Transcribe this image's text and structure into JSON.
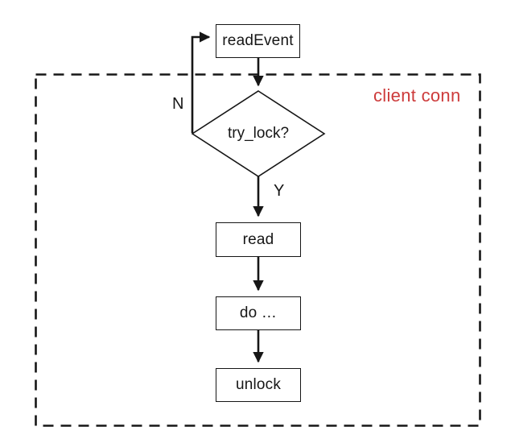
{
  "diagram": {
    "region_label": "client conn",
    "region_label_color": "#cd3b3b",
    "line_color": "#161616",
    "nodes": {
      "read_event": {
        "label": "readEvent"
      },
      "try_lock": {
        "label": "try_lock?"
      },
      "read": {
        "label": "read"
      },
      "do_work": {
        "label": "do …"
      },
      "unlock": {
        "label": "unlock"
      }
    },
    "branch_labels": {
      "no": "N",
      "yes": "Y"
    }
  }
}
